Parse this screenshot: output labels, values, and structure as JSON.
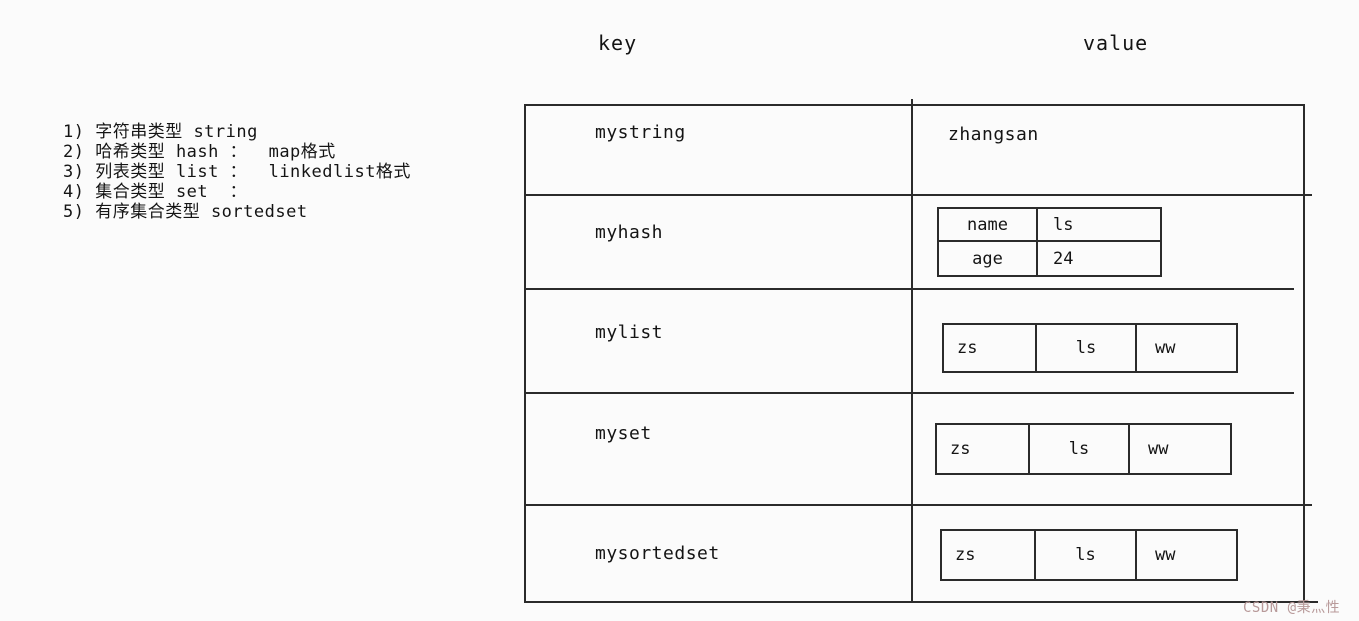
{
  "page": {
    "background": "#fbfbfb",
    "line_color": "#2b2b2b"
  },
  "notes": {
    "items": [
      "1) 字符串类型 string",
      "2) 哈希类型 hash ：  map格式",
      "3) 列表类型 list ：  linkedlist格式",
      "4) 集合类型 set  ：",
      "5) 有序集合类型 sortedset"
    ]
  },
  "table": {
    "headers": {
      "key": "key",
      "value": "value"
    },
    "rows": [
      {
        "key": "mystring",
        "value_type": "string",
        "value": "zhangsan"
      },
      {
        "key": "myhash",
        "value_type": "hash",
        "entries": [
          {
            "field": "name",
            "value": "ls"
          },
          {
            "field": "age",
            "value": "24"
          }
        ]
      },
      {
        "key": "mylist",
        "value_type": "list",
        "items": [
          "zs",
          "ls",
          "ww"
        ]
      },
      {
        "key": "myset",
        "value_type": "set",
        "items": [
          "zs",
          "ls",
          "ww"
        ]
      },
      {
        "key": "mysortedset",
        "value_type": "sortedset",
        "items": [
          "zs",
          "ls",
          "ww"
        ]
      }
    ]
  },
  "watermark": {
    "text": "CSDN @秉灬性",
    "color": "#b89a9a"
  }
}
